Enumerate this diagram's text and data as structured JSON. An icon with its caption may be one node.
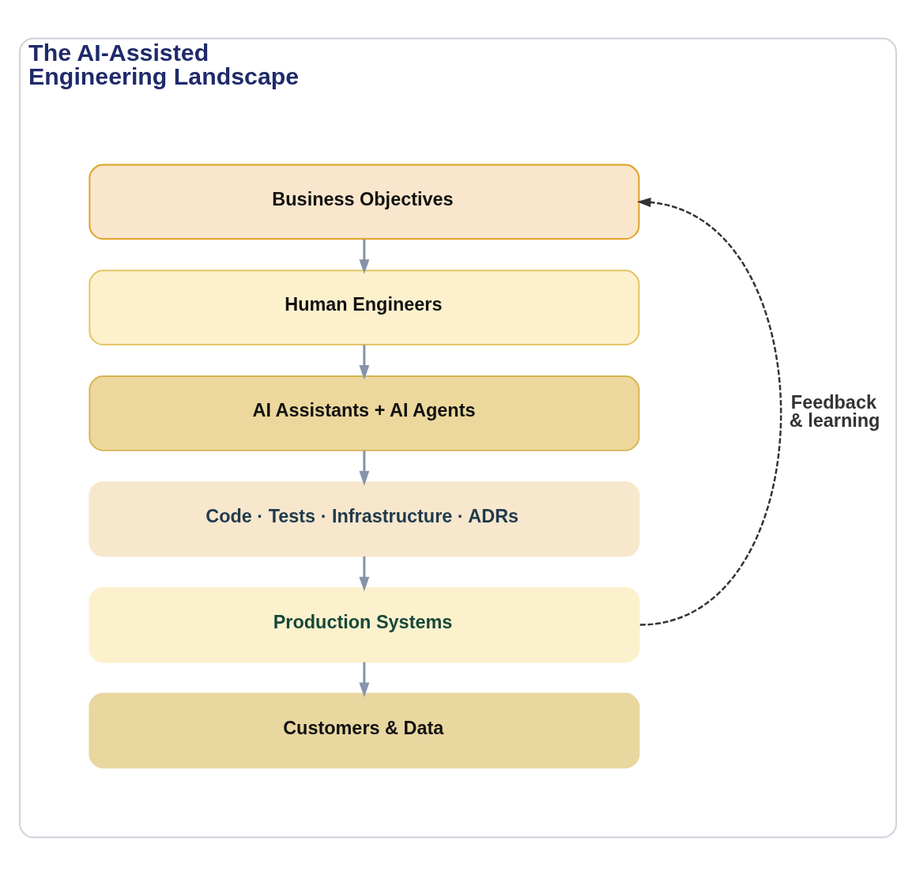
{
  "diagram": {
    "nodes": [
      {
        "text": [
          "The AI-Assisted Engineering Landscape"
        ]
      },
      {
        "text": [
          "Business Objectives"
        ],
        "in": 0
      },
      {
        "text": [
          "Human Engineers"
        ],
        "in": 0
      },
      {
        "text": [
          "AI Assistants + AI Agents"
        ],
        "in": 0
      },
      {
        "text": [
          "Code · Tests · Infrastructure · ADRs"
        ],
        "in": 0
      },
      {
        "text": [
          "Production Systems"
        ],
        "in": 0
      },
      {
        "text": [
          "Customers & Data"
        ],
        "in": 0
      }
    ],
    "edges": [
      {
        "from": 1,
        "to": 2,
        "arrow": "to"
      },
      {
        "from": 2,
        "to": 3,
        "arrow": "to"
      },
      {
        "from": 3,
        "to": 4,
        "arrow": "to"
      },
      {
        "from": 4,
        "to": 5,
        "arrow": "to"
      },
      {
        "from": 5,
        "to": 6,
        "arrow": "to"
      },
      {
        "from": 5,
        "to": 1,
        "arrow": "to",
        "label": "Feedback & learning",
        "style": "dashed",
        "color": "#333333"
      }
    ]
  }
}
